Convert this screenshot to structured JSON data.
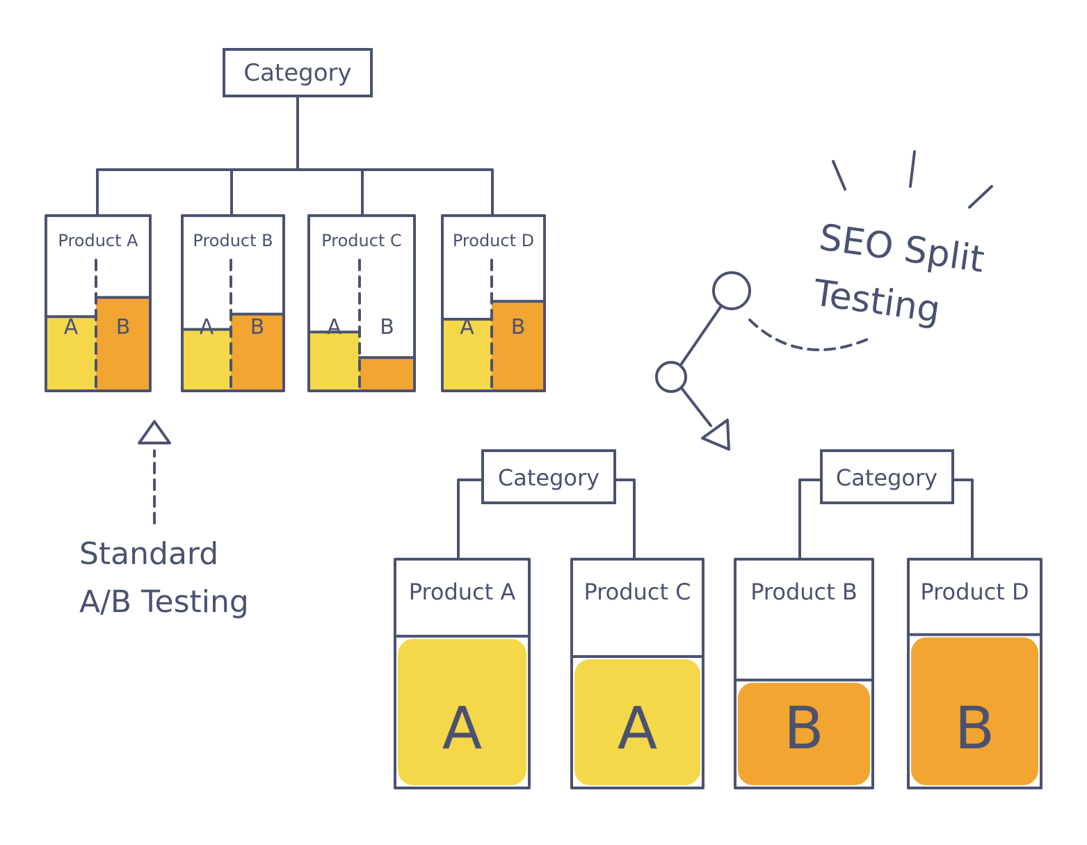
{
  "colors": {
    "ink": "#4b5270",
    "variant_a": "#f4d84a",
    "variant_b": "#f2a530"
  },
  "standard": {
    "category_label": "Category",
    "products": [
      {
        "label": "Product A",
        "a_level": 0.58,
        "b_level": 0.73
      },
      {
        "label": "Product B",
        "a_level": 0.48,
        "b_level": 0.6
      },
      {
        "label": "Product C",
        "a_level": 0.46,
        "b_level": 0.26
      },
      {
        "label": "Product D",
        "a_level": 0.56,
        "b_level": 0.7
      }
    ],
    "variant_a_label": "A",
    "variant_b_label": "B",
    "caption_line1": "Standard",
    "caption_line2": "A/B Testing"
  },
  "seo": {
    "title_line1": "SEO Split",
    "title_line2": "Testing",
    "groups": [
      {
        "category_label": "Category",
        "products": [
          {
            "label": "Product A",
            "variant": "A",
            "level": 0.97
          },
          {
            "label": "Product C",
            "variant": "A",
            "level": 0.84
          }
        ]
      },
      {
        "category_label": "Category",
        "products": [
          {
            "label": "Product B",
            "variant": "B",
            "level": 0.69
          },
          {
            "label": "Product D",
            "variant": "B",
            "level": 0.98
          }
        ]
      }
    ]
  }
}
